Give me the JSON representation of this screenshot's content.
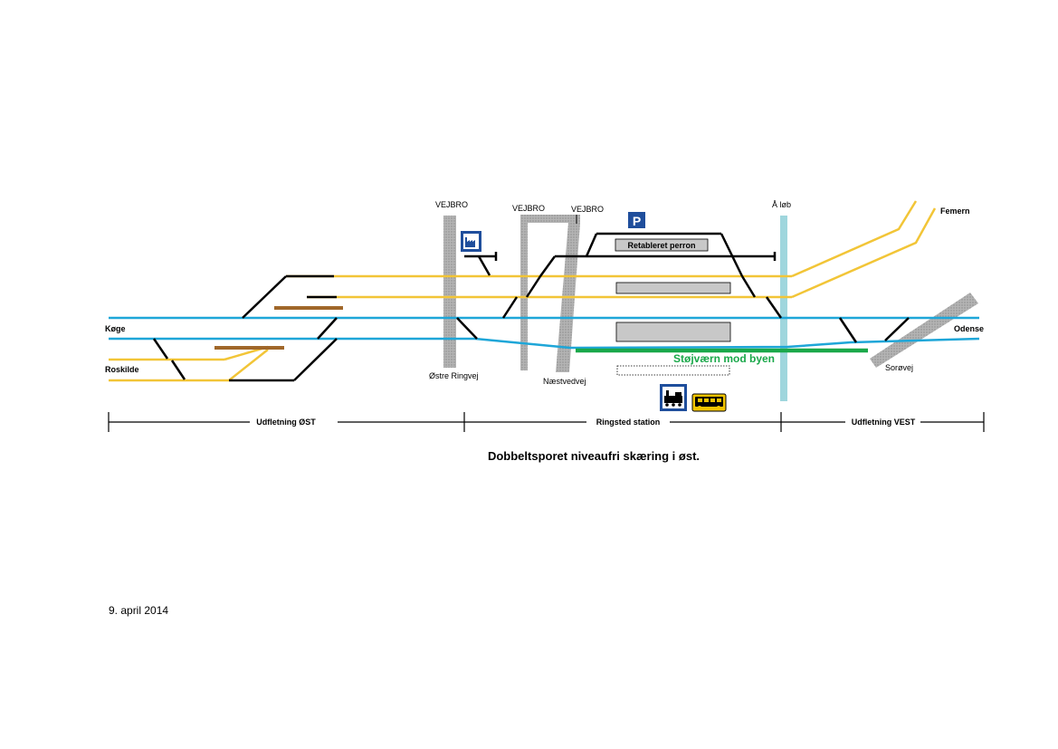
{
  "labels": {
    "vejbro_1": "VEJBRO",
    "vejbro_2": "VEJBRO",
    "vejbro_3": "VEJBRO",
    "aa_loeb": "Å løb",
    "femern": "Femern",
    "koege": "Køge",
    "roskilde": "Roskilde",
    "odense": "Odense",
    "oestre_ringvej": "Østre Ringvej",
    "naestvedvej": "Næstvedvej",
    "soroevej": "Sorøvej",
    "retableret_perron": "Retableret perron",
    "stoejvaern": "Støjværn mod byen",
    "parking": "P"
  },
  "sections": {
    "east": "Udfletning ØST",
    "station": "Ringsted station",
    "west": "Udfletning VEST"
  },
  "title": "Dobbeltsporet niveaufri skæring i øst.",
  "date": "9. april 2014",
  "colors": {
    "yellow_track": "#f2c537",
    "blue_track": "#1ea6d8",
    "black_track": "#000000",
    "brown_bar": "#a0672a",
    "noise_barrier": "#1aa84a",
    "river": "#9fd6dd",
    "bridge": "#a8a8a8",
    "platform": "#c8c8c8",
    "sign_blue": "#1f4e9c",
    "bus_yellow": "#f2c400"
  },
  "icons": [
    "parking-icon",
    "factory-icon",
    "train-icon",
    "bus-icon"
  ]
}
